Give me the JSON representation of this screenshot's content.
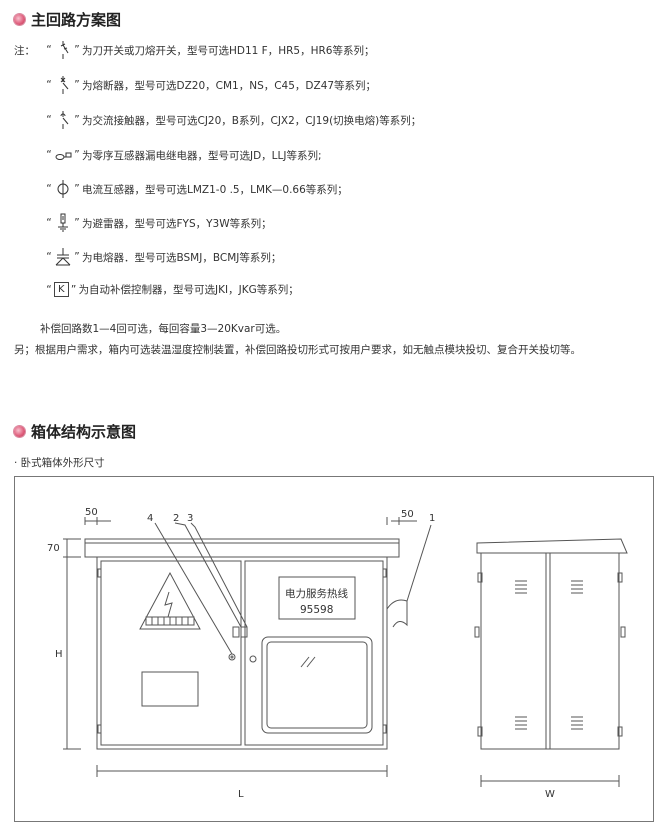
{
  "section1": {
    "title": "主回路方案图"
  },
  "notes": {
    "label": "注：",
    "quote_open": "“",
    "quote_close": "”",
    "items": [
      {
        "icon": "knife-switch-icon",
        "text": "为刀开关或刀熔开关，型号可选HD11 F，HR5，HR6等系列；"
      },
      {
        "icon": "circuit-breaker-icon",
        "text": "为熔断器，型号可选DZ20，CM1，NS，C45，DZ47等系列；"
      },
      {
        "icon": "contactor-icon",
        "text": "为交流接触器，型号可选CJ20，B系列，CJX2，CJ19(切换电熔)等系列；"
      },
      {
        "icon": "residual-current-relay-icon",
        "text": "为零序互感器漏电继电器，型号可选JD，LLJ等系列;"
      },
      {
        "icon": "current-transformer-icon",
        "text": "电流互感器，型号可选LMZ1-0 .5，LMK—0.66等系列；"
      },
      {
        "icon": "surge-arrester-icon",
        "text": "为避雷器，型号可选FYS，Y3W等系列；"
      },
      {
        "icon": "capacitor-icon",
        "text": "为电熔器．型号可选BSMJ，BCMJ等系列；"
      },
      {
        "icon": "compensation-controller-icon",
        "text": "为自动补偿控制器，型号可选JKI，JKG等系列；",
        "box_letter": "K"
      }
    ]
  },
  "paragraph1": "补偿回路数1—4回可选，每回容量3—20Kvar可选。",
  "paragraph2": "另；根据用户需求，箱内可选装温湿度控制装置，补偿回路投切形式可按用户要求，如无触点模块投切、复合开关投切等。",
  "section2": {
    "title": "箱体结构示意图"
  },
  "subtitle": "· 卧式箱体外形尺寸",
  "diagram": {
    "dim_50_left": "50",
    "dim_50_right": "50",
    "dim_70": "70",
    "dim_H": "H",
    "dim_L": "L",
    "dim_W": "W",
    "callout_4": "4",
    "callout_2": "2",
    "callout_3": "3",
    "callout_1": "1",
    "hotline_label": "电力服务热线",
    "hotline_number": "95598"
  },
  "colors": {
    "accent": "#d9577a",
    "line": "#555555"
  }
}
